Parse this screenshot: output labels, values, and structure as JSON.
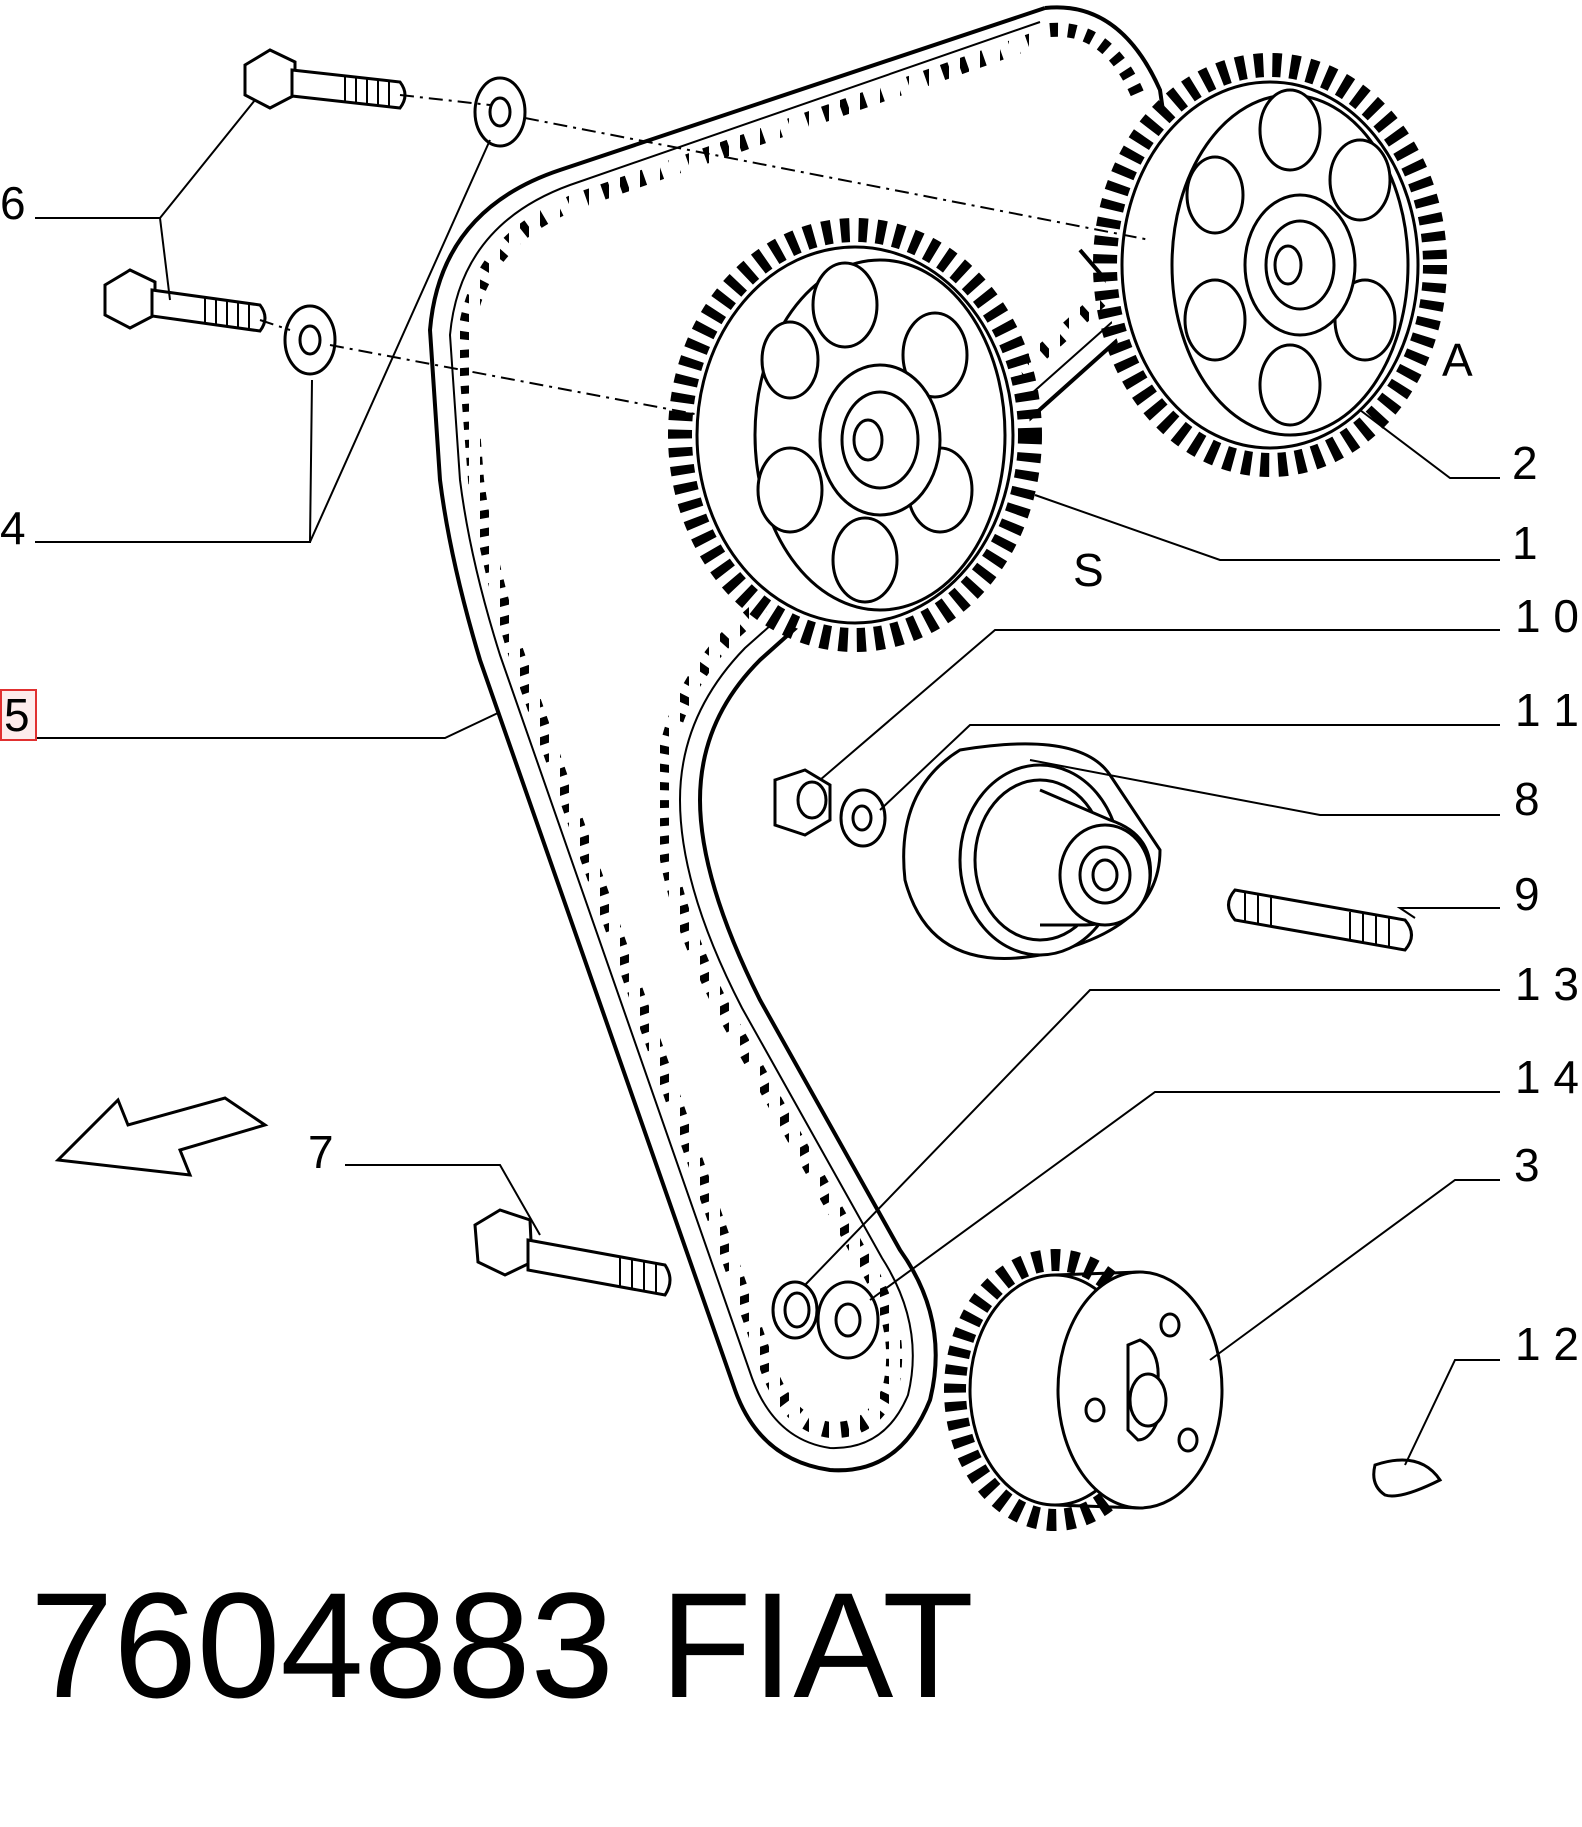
{
  "callouts": [
    {
      "id": "6",
      "label": "6"
    },
    {
      "id": "4",
      "label": "4"
    },
    {
      "id": "5",
      "label": "5"
    },
    {
      "id": "7",
      "label": "7"
    },
    {
      "id": "A",
      "label": "A"
    },
    {
      "id": "2",
      "label": "2"
    },
    {
      "id": "1",
      "label": "1"
    },
    {
      "id": "S",
      "label": "S"
    },
    {
      "id": "10",
      "label": "1 0"
    },
    {
      "id": "11",
      "label": "1 1"
    },
    {
      "id": "8",
      "label": "8"
    },
    {
      "id": "9",
      "label": "9"
    },
    {
      "id": "13",
      "label": "1 3"
    },
    {
      "id": "14",
      "label": "1 4"
    },
    {
      "id": "3",
      "label": "3"
    },
    {
      "id": "12",
      "label": "1 2"
    }
  ],
  "highlighted_callout": "5",
  "highlight_color": "#e03030",
  "footer": {
    "part_number": "7604883",
    "brand": "FIAT"
  }
}
